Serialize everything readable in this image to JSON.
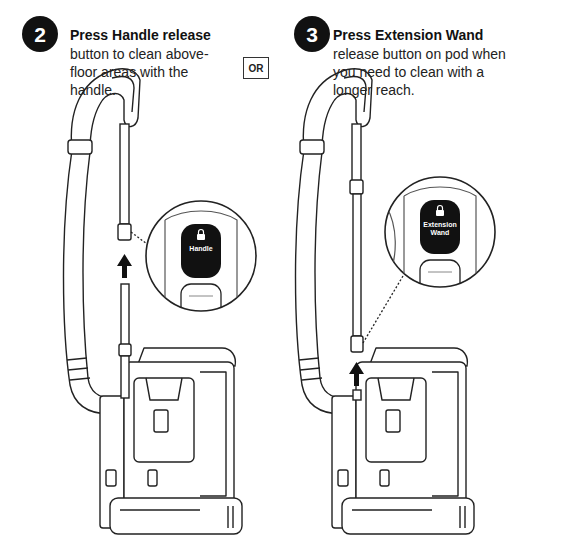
{
  "diagram": {
    "nodes": [
      {
        "text": [
          "2"
        ]
      },
      {
        "text": [
          "OR"
        ]
      },
      {
        "text": [
          "3"
        ]
      },
      {
        "text": [
          "Handle"
        ]
      },
      {
        "text": [
          "Extension Wand"
        ]
      }
    ],
    "labels": [
      "Press Handle release",
      "button to clean above-floor areas with the handle.",
      "Press Extension Wand",
      "release button on pod when you need to clean with a longer reach."
    ]
  }
}
